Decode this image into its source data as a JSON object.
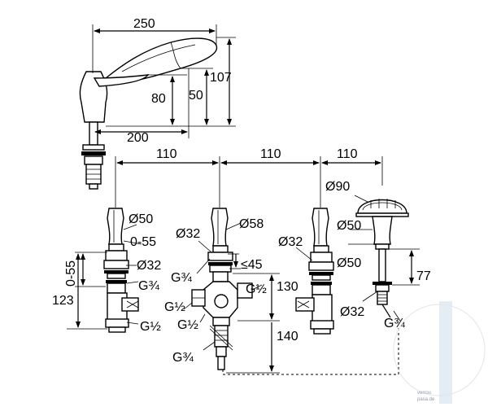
{
  "dimensions": {
    "top_width": "250",
    "top_height_total": "107",
    "top_height_80": "80",
    "top_height_50": "50",
    "top_reach": "200",
    "spacing_1": "110",
    "spacing_2": "110",
    "spacing_3": "110",
    "dia_50_left": "Ø50",
    "range_0_55": "0-55",
    "range_0_55_vertical": "0-55",
    "dia_32_left": "Ø32",
    "g34_left": "G¾",
    "h123": "123",
    "g12_left": "G½",
    "dia_32_center": "Ø32",
    "dia_58": "Ø58",
    "g34_center_top": "G¾",
    "le45": "≤45",
    "g12_center_a": "G½",
    "g12_center_b": "G½",
    "g12_center_c": "G½",
    "g34_center_bottom": "G¾",
    "h130": "130",
    "h140": "140",
    "dia_32_right": "Ø32",
    "dia_90": "Ø90",
    "dia_50_right_top": "Ø50",
    "dia_50_right": "Ø50",
    "h77": "77",
    "dia_32_shower": "Ø32",
    "g34_right": "G¾"
  },
  "watermark": {
    "line1": "verrou",
    "line2": "pasa.de"
  }
}
